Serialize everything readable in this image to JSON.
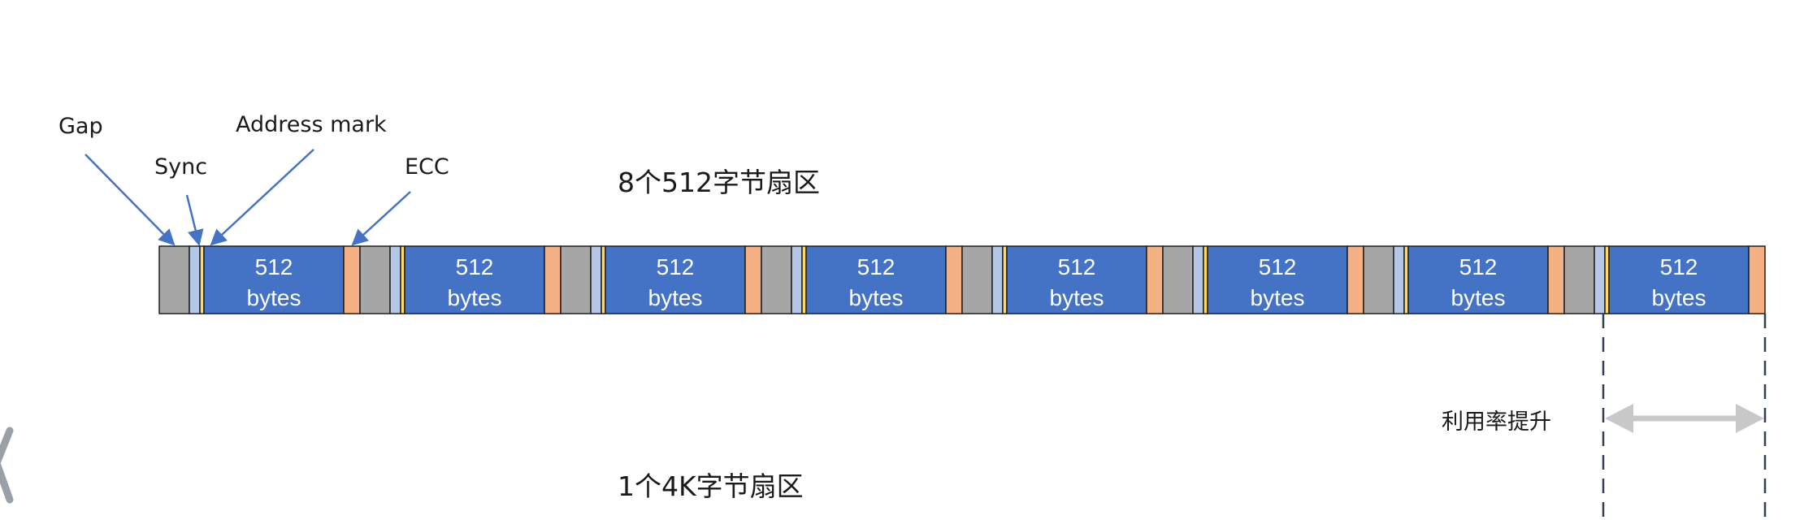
{
  "callouts": {
    "gap": "Gap",
    "sync": "Sync",
    "address_mark": "Address mark",
    "ecc": "ECC"
  },
  "titles": {
    "eight_sectors": "8个512字节扇区",
    "one_sector": "1个4K字节扇区"
  },
  "sector": {
    "count": 8,
    "size_value": "512",
    "size_unit": "bytes"
  },
  "utilization_label": "利用率提升",
  "colors": {
    "gap": "#a6a6a6",
    "sync": "#b4c7e7",
    "address_mark": "#ffd966",
    "data": "#4472c4",
    "ecc": "#f4b183",
    "arrow": "#4472c4",
    "dashed": "#2f3f55",
    "double_arrow": "#c8c8c8"
  }
}
